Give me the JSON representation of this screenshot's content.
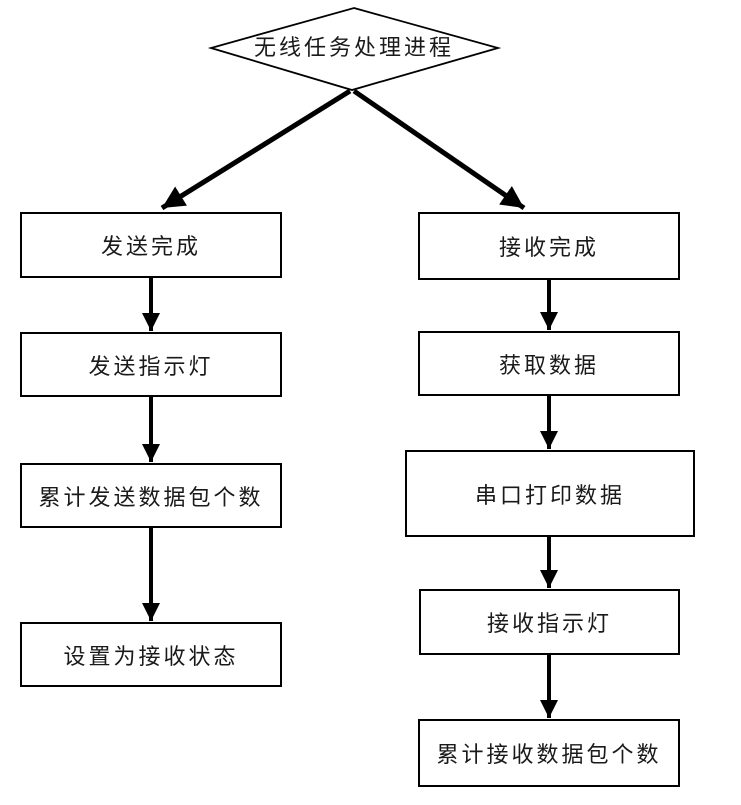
{
  "page": {
    "background_color": "#ffffff"
  },
  "flowchart": {
    "root": {
      "label": "无线任务处理进程",
      "shape": "diamond"
    },
    "left_branch": [
      {
        "label": "发送完成"
      },
      {
        "label": "发送指示灯"
      },
      {
        "label": "累计发送数据包个数"
      },
      {
        "label": "设置为接收状态"
      }
    ],
    "right_branch": [
      {
        "label": "接收完成"
      },
      {
        "label": "获取数据"
      },
      {
        "label": "串口打印数据"
      },
      {
        "label": "接收指示灯"
      },
      {
        "label": "累计接收数据包个数"
      }
    ],
    "style": {
      "line_color": "#000000",
      "node_border_color": "#000000",
      "node_fill_color": "#ffffff",
      "text_color": "#1a1a1a"
    }
  }
}
